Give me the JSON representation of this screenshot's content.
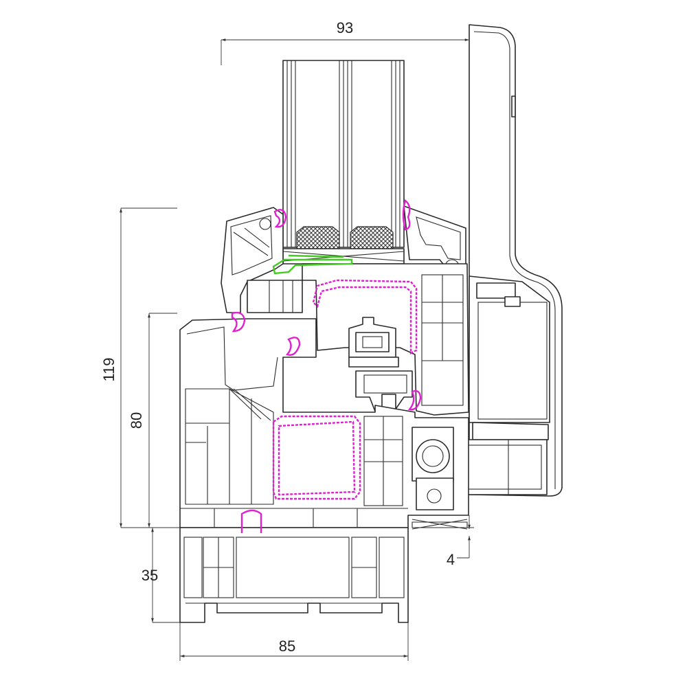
{
  "dimensions": {
    "top_width": "93",
    "total_height": "119",
    "frame_height": "80",
    "base_height": "35",
    "bottom_width": "85",
    "offset": "4"
  },
  "colors": {
    "outline": "#2a2a2a",
    "seal": "#e020d0",
    "glazing_bead": "#44cc22",
    "background": "#ffffff"
  }
}
